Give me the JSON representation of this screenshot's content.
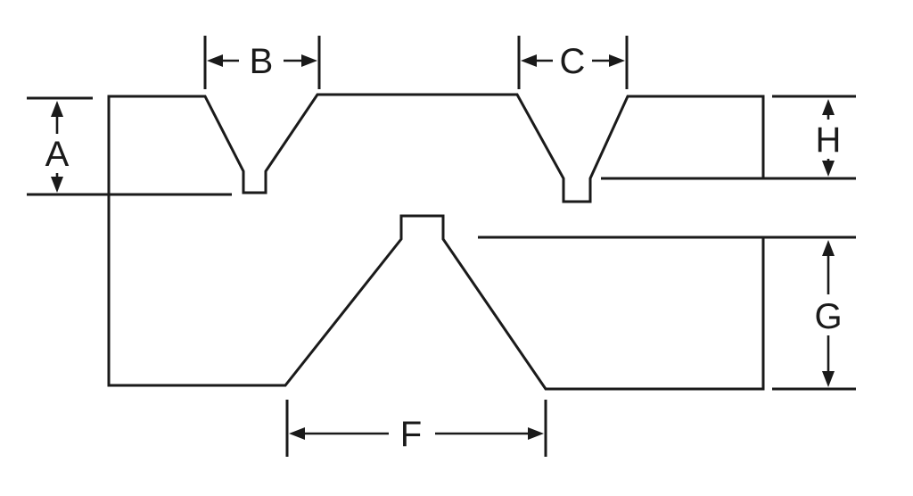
{
  "diagram": {
    "labels": {
      "A": "A",
      "B": "B",
      "C": "C",
      "F": "F",
      "G": "G",
      "H": "H"
    },
    "colors": {
      "line": "#1a1a1a",
      "background": "#ffffff"
    }
  }
}
